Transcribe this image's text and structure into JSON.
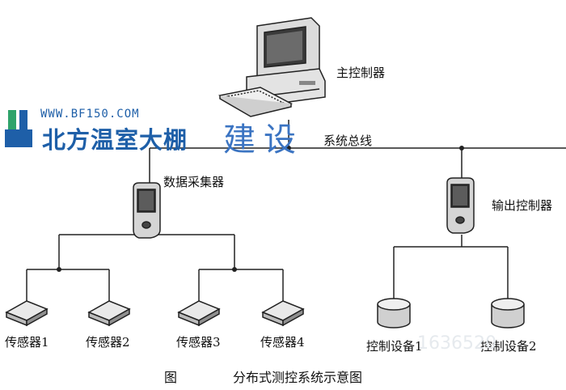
{
  "labels": {
    "main_controller": "主控制器",
    "system_bus": "系统总线",
    "data_collector": "数据采集器",
    "output_controller": "输出控制器",
    "sensors": [
      "传感器1",
      "传感器2",
      "传感器3",
      "传感器4"
    ],
    "control_devices": [
      "控制设备1",
      "控制设备2"
    ]
  },
  "caption": {
    "prefix": "图",
    "title": "分布式测控系统示意图"
  },
  "watermark": {
    "url": "WWW.BF150.COM",
    "brand": "北方温室大棚",
    "build": "建设",
    "faint_digits": "1636520"
  },
  "colors": {
    "line": "#222222",
    "watermark_blue": "#1e5fa8"
  }
}
